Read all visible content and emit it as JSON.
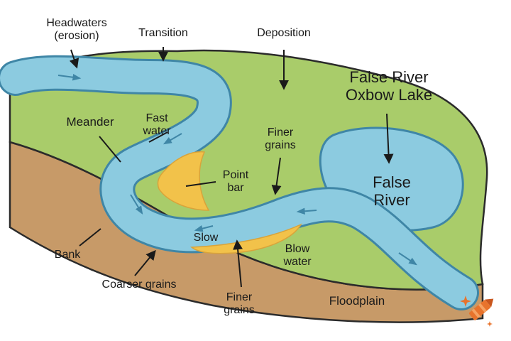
{
  "diagram": {
    "labels": {
      "headwaters": "Headwaters\n(erosion)",
      "transition": "Transition",
      "deposition": "Deposition",
      "oxbow_title": "False River\nOxbow Lake",
      "meander": "Meander",
      "fast_water": "Fast\nwater",
      "finer_grains_top": "Finer\ngrains",
      "point_bar": "Point\nbar",
      "false_river": "False\nRiver",
      "slow": "Slow",
      "bank": "Bank",
      "blow_water": "Blow\nwater",
      "coarser_grains": "Coarser grains",
      "finer_grains_bottom": "Finer\ngrains",
      "floodplain": "Floodplain"
    },
    "colors": {
      "grass": "#a9cc6a",
      "soil": "#c79a68",
      "soil_dark": "#8a5c35",
      "water": "#8ccbe0",
      "water_edge": "#3f86a6",
      "sand": "#f2c24a",
      "outline": "#2b2b2b",
      "logo_orange": "#e8732c"
    },
    "icons": {
      "logo": "crayon-logo-icon"
    }
  }
}
